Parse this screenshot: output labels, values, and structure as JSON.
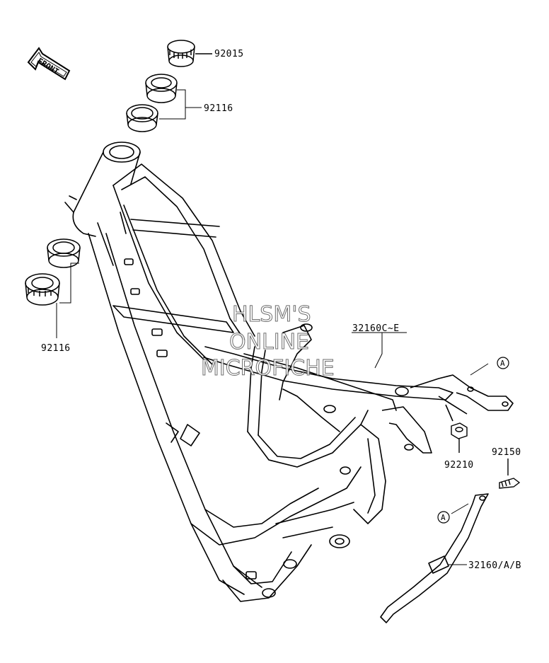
{
  "front_arrow": {
    "label": "FRONT"
  },
  "parts": {
    "p92015": "92015",
    "p92116_top": "92116",
    "p92116_left": "92116",
    "p32160c": "32160C~E",
    "p92210": "92210",
    "p92150": "92150",
    "p32160ab": "32160/A/B"
  },
  "callouts": {
    "a_upper": "A",
    "a_lower": "A"
  },
  "watermark": {
    "line1": "HLSM'S",
    "line2": "ONLINE",
    "line3": "MICROFICHE"
  }
}
